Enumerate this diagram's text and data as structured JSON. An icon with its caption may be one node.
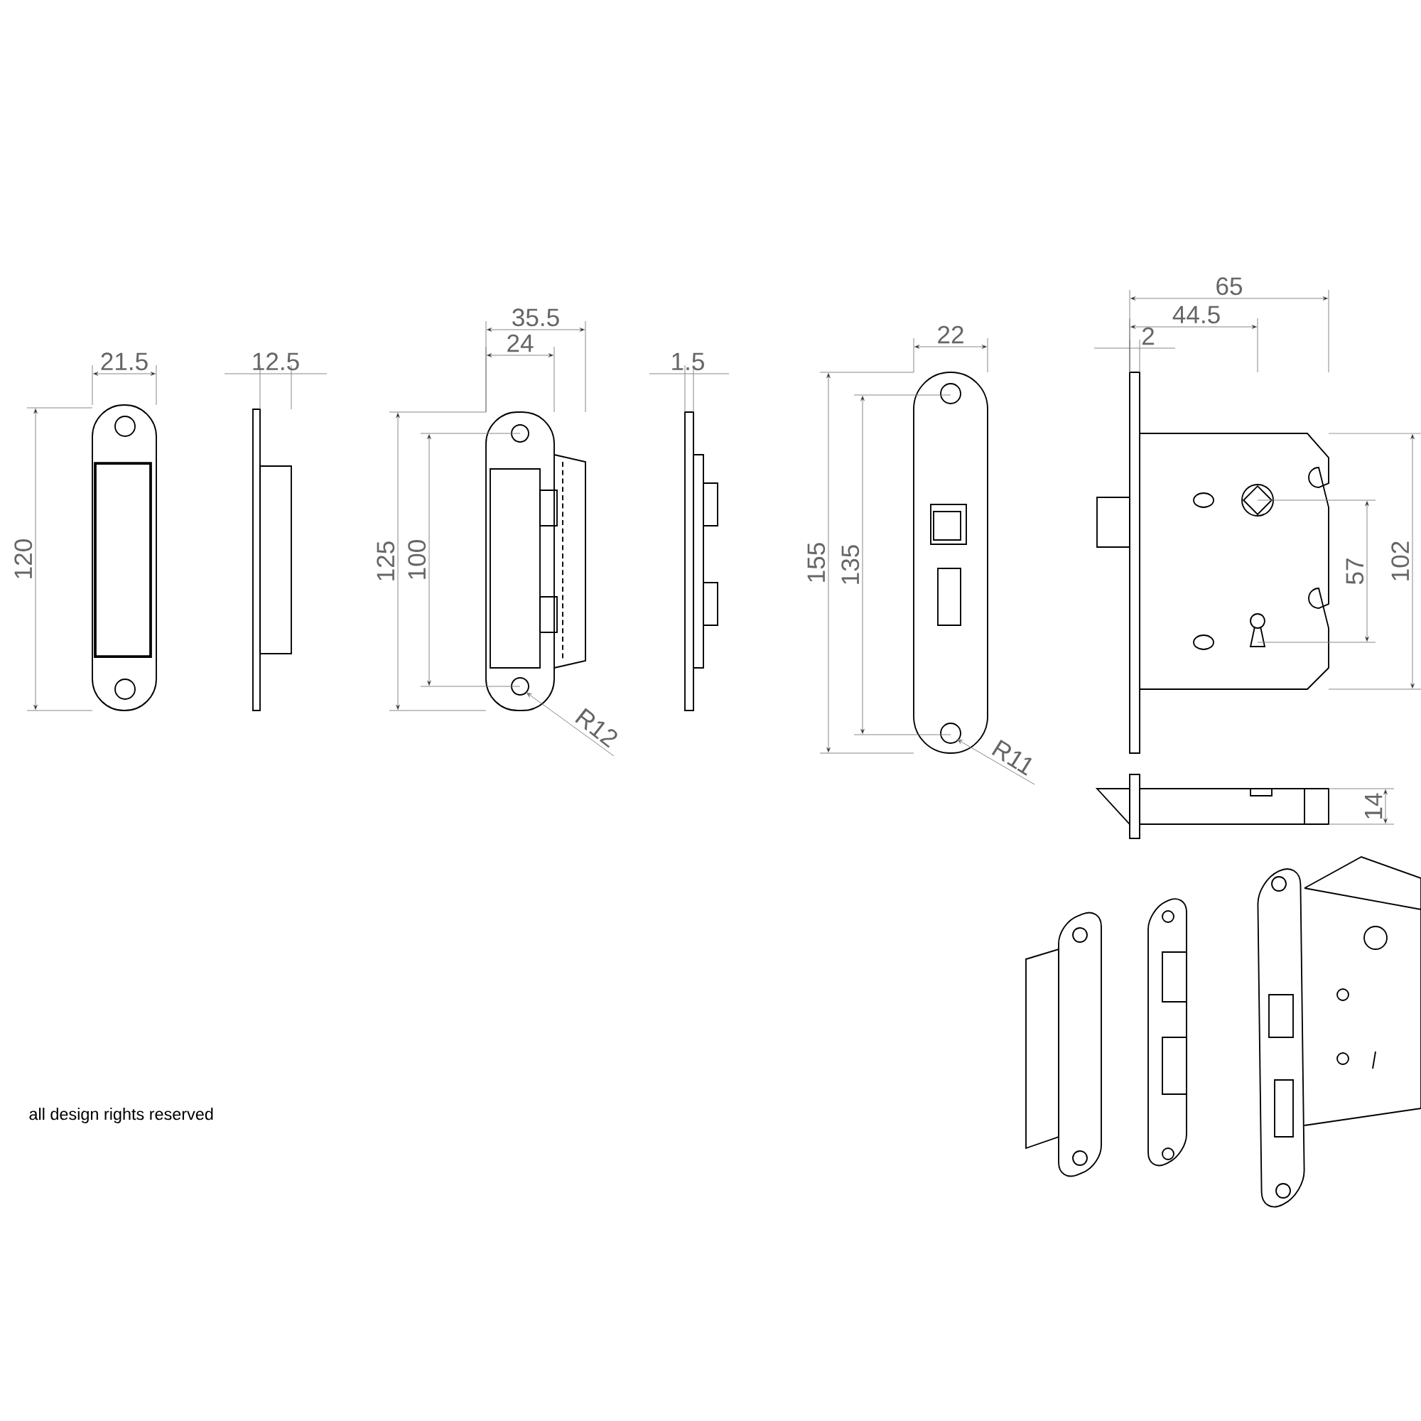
{
  "diagram": {
    "labels": [
      "65",
      "35.5",
      "44.5",
      "24",
      "22",
      "2",
      "21.5",
      "12.5",
      "1.5",
      "120",
      "125",
      "100",
      "155",
      "135",
      "57",
      "102",
      "R12",
      "R11",
      "14",
      "all design rights reserved"
    ]
  }
}
